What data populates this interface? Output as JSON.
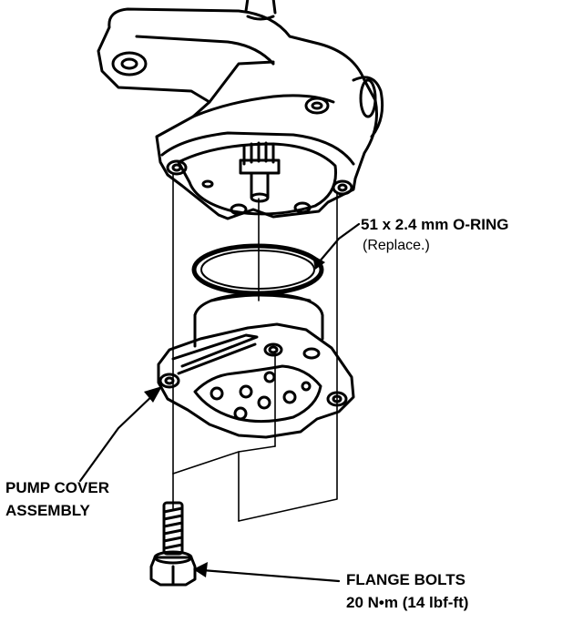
{
  "labels": {
    "oring_line1": "51 x 2.4 mm O-RING",
    "oring_line2": "(Replace.)",
    "pump_line1": "PUMP COVER",
    "pump_line2": "ASSEMBLY",
    "bolts_line1": "FLANGE BOLTS",
    "bolts_line2": "20 N•m (14 lbf-ft)"
  }
}
